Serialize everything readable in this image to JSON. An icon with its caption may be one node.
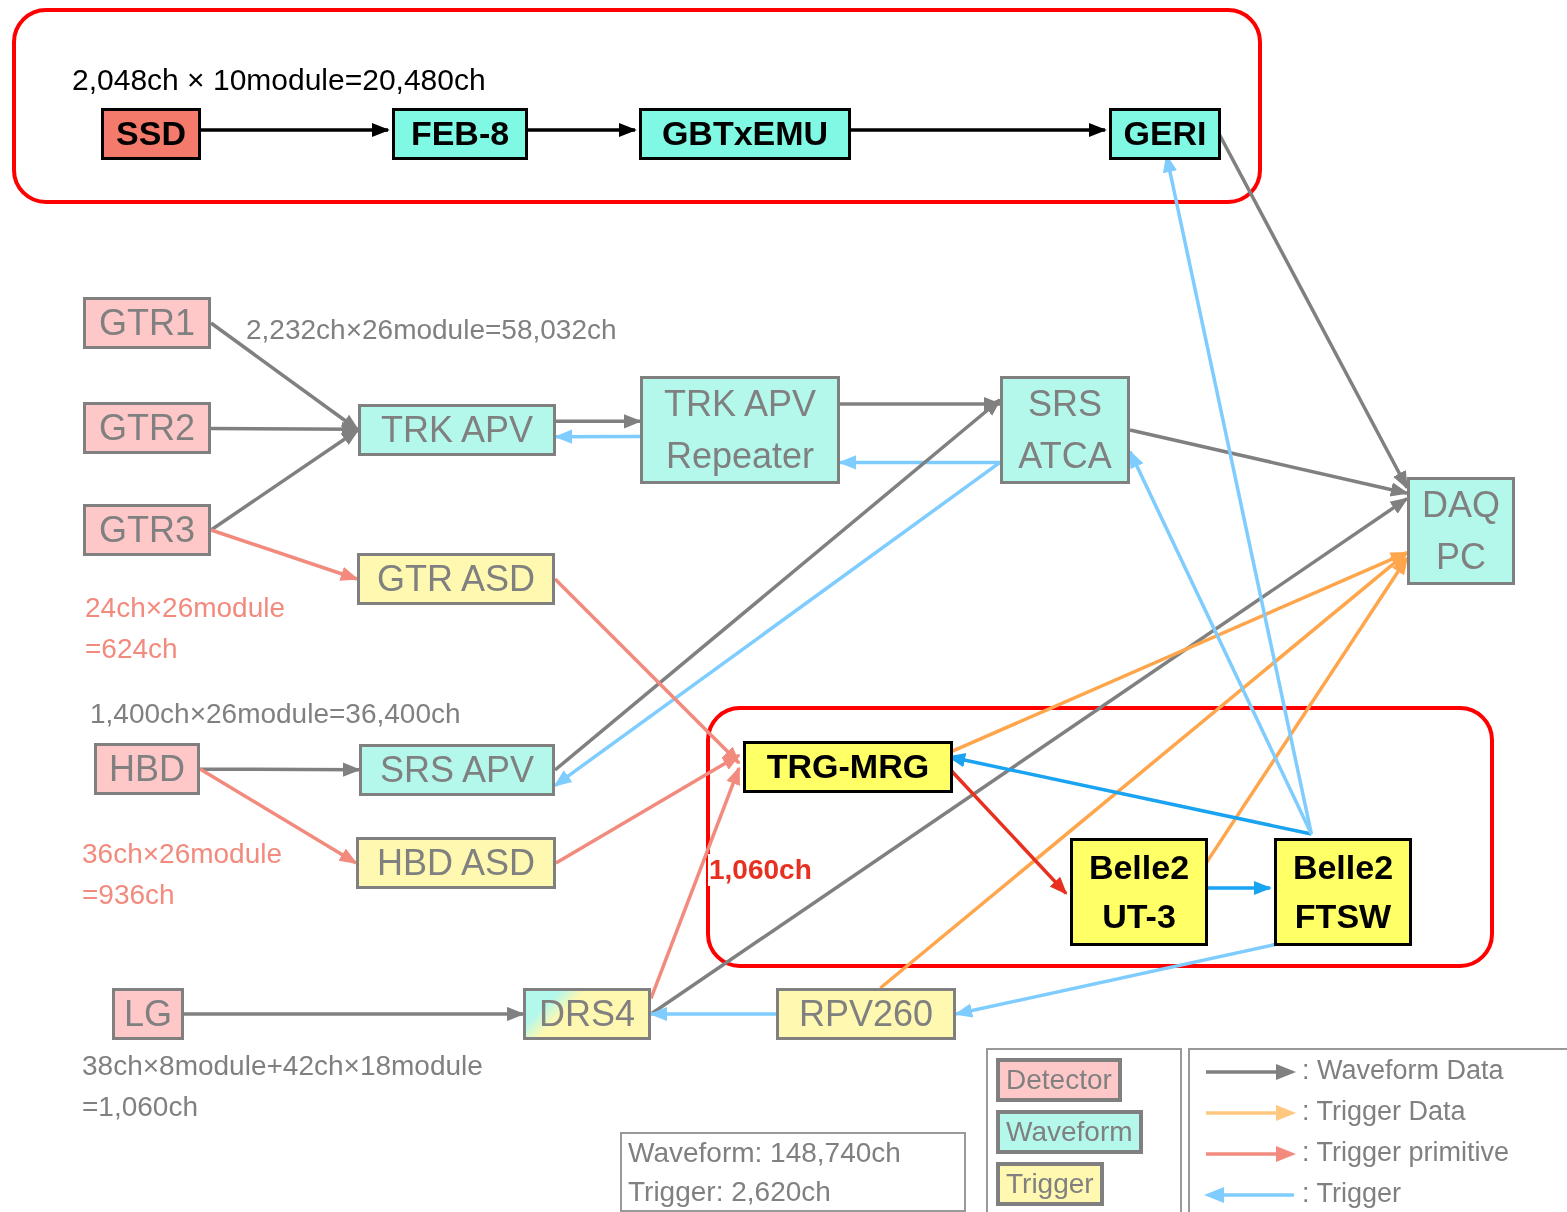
{
  "diagram": {
    "nodes": [
      {
        "text": [],
        "shape": "box"
      },
      {
        "text": [
          "SSD"
        ],
        "in": 0
      },
      {
        "text": [
          "FEB-8"
        ],
        "in": 0
      },
      {
        "text": [
          "GBTxEMU"
        ],
        "in": 0
      },
      {
        "text": [
          "GERI"
        ],
        "in": 0
      },
      {
        "text": [
          "GTR1"
        ]
      },
      {
        "text": [
          "GTR2"
        ]
      },
      {
        "text": [
          "GTR3"
        ]
      },
      {
        "text": [
          "TRK APV"
        ]
      },
      {
        "text": [
          "TRK APV Repeater"
        ]
      },
      {
        "text": [
          "SRS ATCA"
        ]
      },
      {
        "text": [
          "DAQ PC"
        ]
      },
      {
        "text": [
          "GTR ASD"
        ]
      },
      {
        "text": [
          "HBD"
        ]
      },
      {
        "text": [
          "SRS APV"
        ]
      },
      {
        "text": [
          "HBD ASD"
        ]
      },
      {
        "text": [],
        "shape": "box"
      },
      {
        "text": [
          "TRG-MRG"
        ],
        "in": 16
      },
      {
        "text": [
          "Belle2 UT-3"
        ],
        "in": 16
      },
      {
        "text": [
          "Belle2 FTSW"
        ],
        "in": 16
      },
      {
        "text": [
          "LG"
        ]
      },
      {
        "text": [
          "DRS4"
        ]
      },
      {
        "text": [
          "RPV260"
        ]
      },
      {
        "text": [
          "Waveform: 148,740ch",
          "Trigger: 2,620ch"
        ]
      }
    ],
    "edges": [
      {
        "from": 1,
        "to": 2,
        "arrow": "to",
        "color": "#000000"
      },
      {
        "from": 2,
        "to": 3,
        "arrow": "to",
        "color": "#000000"
      },
      {
        "from": 3,
        "to": 4,
        "arrow": "to",
        "color": "#000000"
      },
      {
        "from": 4,
        "to": 11,
        "arrow": "to"
      },
      {
        "from": 5,
        "to": 8,
        "arrow": "to"
      },
      {
        "from": 6,
        "to": 8,
        "arrow": "to"
      },
      {
        "from": 7,
        "to": 8,
        "arrow": "to"
      },
      {
        "from": 8,
        "to": 9,
        "arrow": "to"
      },
      {
        "from": 9,
        "to": 8,
        "arrow": "to",
        "color": "#7fccff"
      },
      {
        "from": 9,
        "to": 10,
        "arrow": "to"
      },
      {
        "from": 10,
        "to": 9,
        "arrow": "to",
        "color": "#7fccff"
      },
      {
        "from": 10,
        "to": 11,
        "arrow": "to"
      },
      {
        "from": 14,
        "to": 10,
        "arrow": "to"
      },
      {
        "from": 10,
        "to": 14,
        "arrow": "to",
        "color": "#7fccff"
      },
      {
        "from": 7,
        "to": 12,
        "arrow": "to",
        "color": "#f28b7d"
      },
      {
        "from": 12,
        "to": 17,
        "arrow": "to",
        "color": "#f28b7d"
      },
      {
        "from": 13,
        "to": 14,
        "arrow": "to"
      },
      {
        "from": 13,
        "to": 15,
        "arrow": "to",
        "color": "#f28b7d"
      },
      {
        "from": 15,
        "to": 17,
        "arrow": "to",
        "color": "#f28b7d"
      },
      {
        "from": 21,
        "to": 17,
        "arrow": "to",
        "label": "1,060ch",
        "color": "#f28b7d"
      },
      {
        "from": 21,
        "to": 11,
        "arrow": "to"
      },
      {
        "from": 20,
        "to": 21,
        "arrow": "to"
      },
      {
        "from": 22,
        "to": 21,
        "arrow": "to",
        "color": "#7fccff"
      },
      {
        "from": 19,
        "to": 22,
        "arrow": "to",
        "color": "#7fccff"
      },
      {
        "from": 17,
        "to": 11,
        "arrow": "to",
        "color": "#ffa64d"
      },
      {
        "from": 22,
        "to": 11,
        "arrow": "to",
        "color": "#ffa64d"
      },
      {
        "from": 18,
        "to": 11,
        "arrow": "to",
        "color": "#ffa64d"
      },
      {
        "from": 17,
        "to": 18,
        "arrow": "to",
        "color": "#e83020"
      },
      {
        "from": 18,
        "to": 19,
        "arrow": "to",
        "color": "#1aa3f0"
      },
      {
        "from": 19,
        "to": 17,
        "arrow": "to",
        "color": "#1aa3f0"
      },
      {
        "from": 19,
        "to": 4,
        "arrow": "to",
        "color": "#7fccff"
      },
      {
        "from": 19,
        "to": 10,
        "arrow": "to",
        "color": "#7fccff"
      }
    ],
    "labels": [
      "2,048ch × 10module=20,480ch",
      "2,232ch×26module=58,032ch",
      "24ch×26module =624ch",
      "1,400ch×26module=36,400ch",
      "36ch×26module =936ch",
      "38ch×8module+42ch×18module =1,060ch"
    ],
    "legend": [
      {
        "text": "Detector",
        "color": "#ffc8c8"
      },
      {
        "text": "Waveform",
        "color": "#b4f8ec"
      },
      {
        "text": "Trigger",
        "color": "#fff8b0"
      },
      {
        "text": ": Waveform Data"
      },
      {
        "text": ": Trigger Data"
      },
      {
        "text": ": Trigger primitive"
      },
      {
        "text": ": Trigger"
      }
    ]
  }
}
